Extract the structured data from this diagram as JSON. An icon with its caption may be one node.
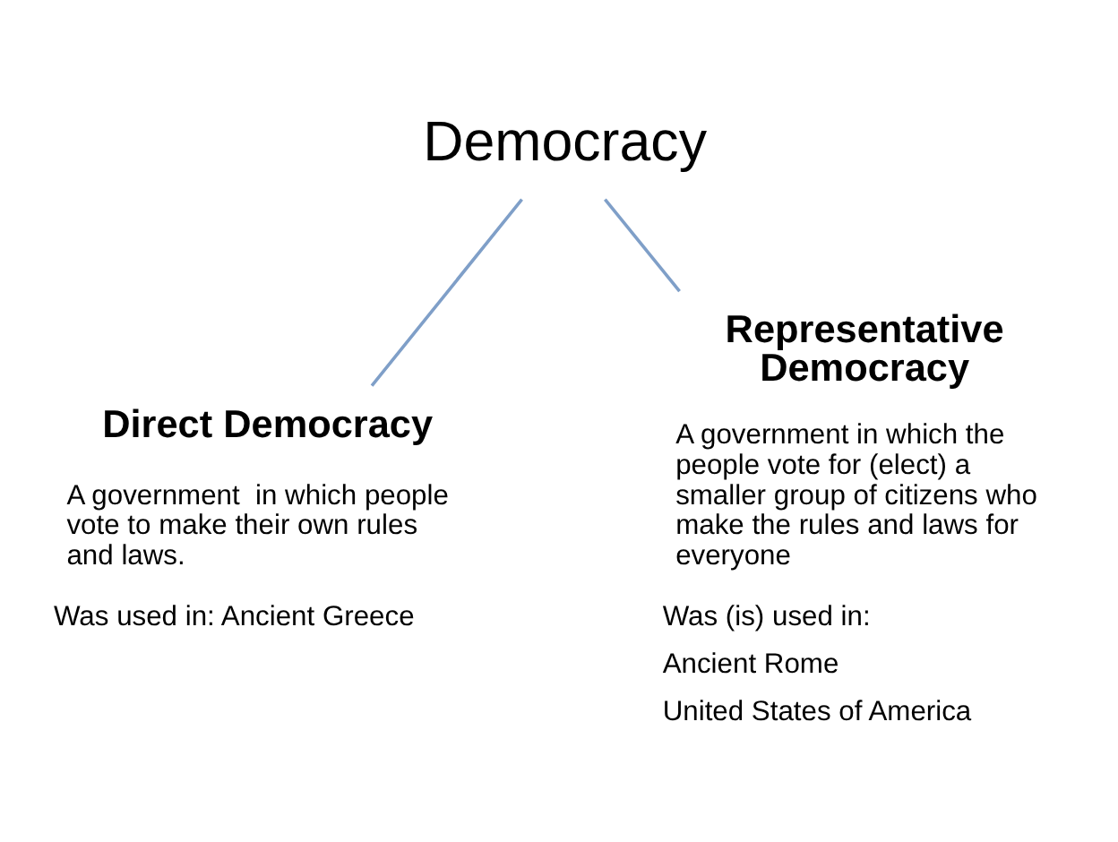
{
  "diagram": {
    "nodes": [
      {
        "text": [
          "Democracy"
        ]
      },
      {
        "text": [
          "Direct Democracy",
          "A government  in which people vote to make their own rules and laws.",
          "Was used in: Ancient Greece"
        ]
      },
      {
        "text": [
          "Representative Democracy",
          "A government in which the people vote for (elect) a smaller group of citizens who make the rules and laws for everyone",
          "Was (is) used in:",
          "Ancient Rome",
          "United States of America"
        ]
      }
    ],
    "edges": [
      {
        "from": 0,
        "to": 1,
        "arrow": "none"
      },
      {
        "from": 0,
        "to": 2,
        "arrow": "none"
      }
    ]
  }
}
